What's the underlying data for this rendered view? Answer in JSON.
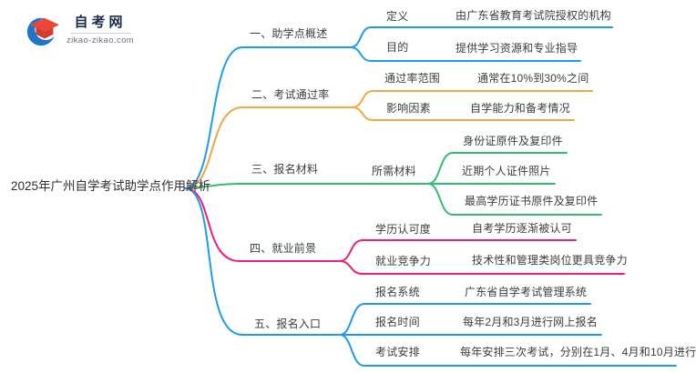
{
  "logo": {
    "site_name": "自考网",
    "site_url": "zikao-zikao.com",
    "brand_blue": "#1b76c8",
    "brand_red": "#e8473a"
  },
  "mindmap": {
    "root": {
      "label": "2025年广州自学考试助学点作用解析"
    },
    "branches": [
      {
        "label": "一、助学点概述",
        "color": "#1e9bf0",
        "children": [
          {
            "label": "定义",
            "leaf": "由广东省教育考试院授权的机构"
          },
          {
            "label": "目的",
            "leaf": "提供学习资源和专业指导"
          }
        ]
      },
      {
        "label": "二、考试通过率",
        "color": "#f7a53c",
        "children": [
          {
            "label": "通过率范围",
            "leaf": "通常在10%到30%之间"
          },
          {
            "label": "影响因素",
            "leaf": "自学能力和备考情况"
          }
        ]
      },
      {
        "label": "三、报名材料",
        "color": "#2fbe6e",
        "children": [
          {
            "label": "所需材料",
            "leaves": [
              "身份证原件及复印件",
              "近期个人证件照片",
              "最高学历证书原件及复印件"
            ]
          }
        ]
      },
      {
        "label": "四、就业前景",
        "color": "#ef1f7b",
        "children": [
          {
            "label": "学历认可度",
            "leaf": "自考学历逐渐被认可"
          },
          {
            "label": "就业竞争力",
            "leaf": "技术性和管理类岗位更具竞争力"
          }
        ]
      },
      {
        "label": "五、报名入口",
        "color": "#1e9bf0",
        "children": [
          {
            "label": "报名系统",
            "leaf": "广东省自学考试管理系统"
          },
          {
            "label": "报名时间",
            "leaf": "每年2月和3月进行网上报名"
          },
          {
            "label": "考试安排",
            "leaf": "每年安排三次考试，分别在1月、4月和10月进行"
          }
        ]
      }
    ]
  }
}
